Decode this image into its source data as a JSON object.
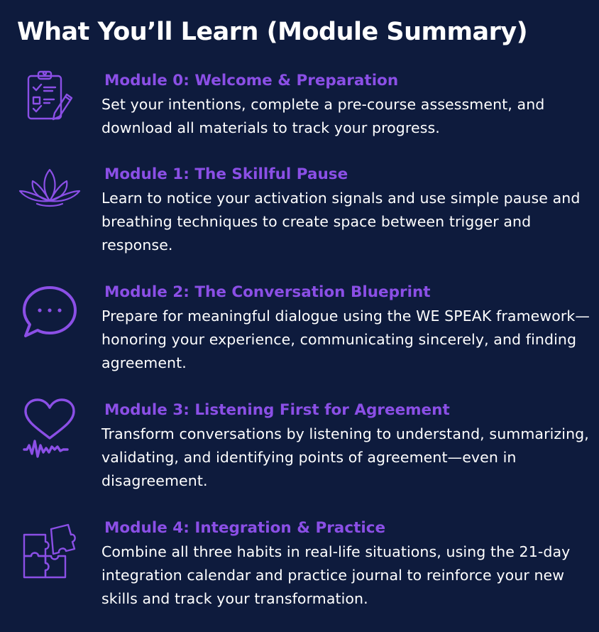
{
  "page": {
    "title": "What You’ll Learn (Module Summary)"
  },
  "colors": {
    "background": "#0e1b3d",
    "accent": "#8b4fe6",
    "text": "#ffffff"
  },
  "modules": [
    {
      "icon": "clipboard-checklist-icon",
      "title": "Module 0: Welcome & Preparation",
      "description": "Set your intentions, complete a pre-course assessment, and download all materials to track your progress."
    },
    {
      "icon": "lotus-icon",
      "title": "Module 1: The Skillful Pause",
      "description": "Learn to notice your activation signals and use simple pause and breathing techniques to create space between trigger and response."
    },
    {
      "icon": "chat-bubble-icon",
      "title": "Module 2: The Conversation Blueprint",
      "description": "Prepare for meaningful dialogue using the WE SPEAK framework—honoring your experience, communicating sincerely, and finding agreement."
    },
    {
      "icon": "heart-soundwave-icon",
      "title": "Module 3: Listening First for Agreement",
      "description": "Transform conversations by listening to understand, summarizing, validating, and identifying points of agreement—even in disagreement."
    },
    {
      "icon": "puzzle-pieces-icon",
      "title": "Module 4: Integration & Practice",
      "description": "Combine all three habits in real-life situations, using the 21-day integration calendar and practice journal to reinforce your new skills and track your transformation."
    }
  ]
}
